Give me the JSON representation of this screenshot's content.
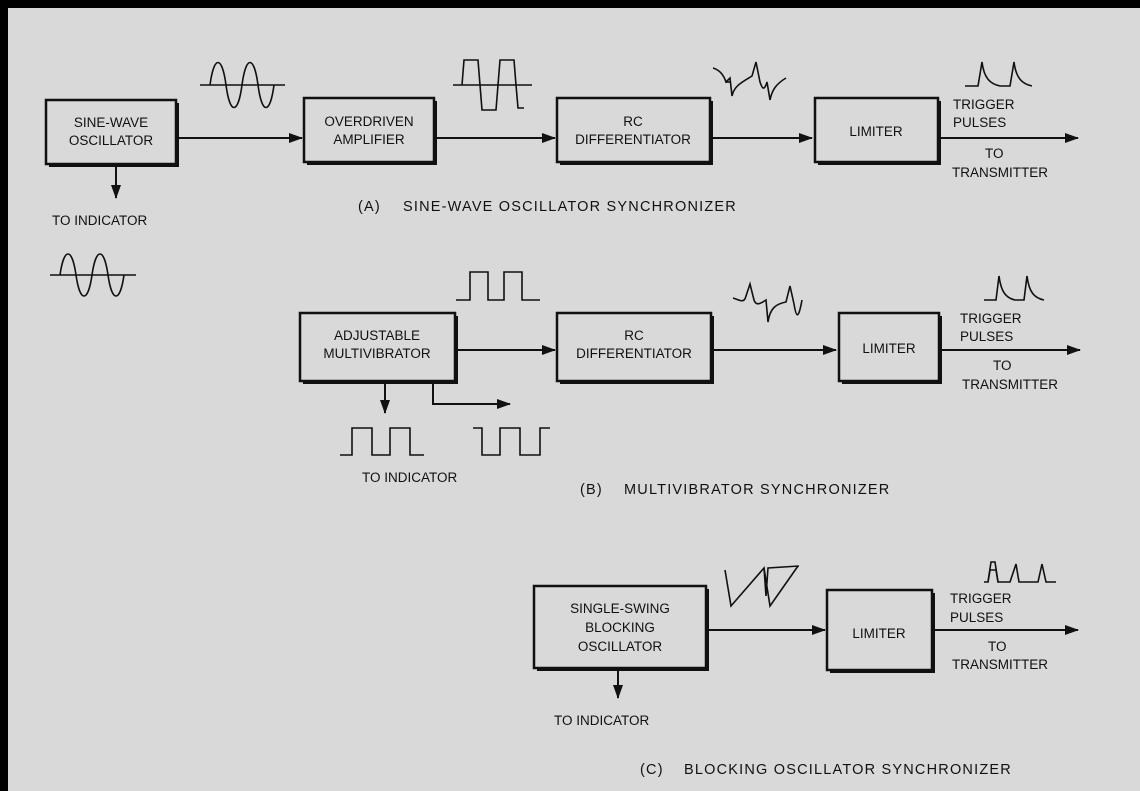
{
  "diagram_a": {
    "blocks": {
      "sine_osc": [
        "SINE-WAVE",
        "OSCILLATOR"
      ],
      "overdriven_amp": [
        "OVERDRIVEN",
        "AMPLIFIER"
      ],
      "rc_diff": [
        "RC",
        "DIFFERENTIATOR"
      ],
      "limiter": "LIMITER"
    },
    "output": {
      "line1": "TRIGGER",
      "line2": "PULSES",
      "line3": "TO",
      "line4": "TRANSMITTER"
    },
    "to_indicator": "TO INDICATOR",
    "caption_tag": "(A)",
    "caption": "SINE-WAVE OSCILLATOR SYNCHRONIZER"
  },
  "diagram_b": {
    "blocks": {
      "multivibrator": [
        "ADJUSTABLE",
        "MULTIVIBRATOR"
      ],
      "rc_diff": [
        "RC",
        "DIFFERENTIATOR"
      ],
      "limiter": "LIMITER"
    },
    "output": {
      "line1": "TRIGGER",
      "line2": "PULSES",
      "line3": "TO",
      "line4": "TRANSMITTER"
    },
    "to_indicator": "TO INDICATOR",
    "caption_tag": "(B)",
    "caption": "MULTIVIBRATOR SYNCHRONIZER"
  },
  "diagram_c": {
    "blocks": {
      "blocking_osc": [
        "SINGLE-SWING",
        "BLOCKING",
        "OSCILLATOR"
      ],
      "limiter": "LIMITER"
    },
    "output": {
      "line1": "TRIGGER",
      "line2": "PULSES",
      "line3": "TO",
      "line4": "TRANSMITTER"
    },
    "to_indicator": "TO INDICATOR",
    "caption_tag": "(C)",
    "caption": "BLOCKING OSCILLATOR SYNCHRONIZER"
  },
  "waveforms": [
    "sine-wave-icon",
    "clipped-sine-wave-icon",
    "differentiated-spike-icon",
    "trigger-pulse-icon",
    "square-wave-icon",
    "inverted-square-wave-icon",
    "sawtooth-wave-icon"
  ]
}
